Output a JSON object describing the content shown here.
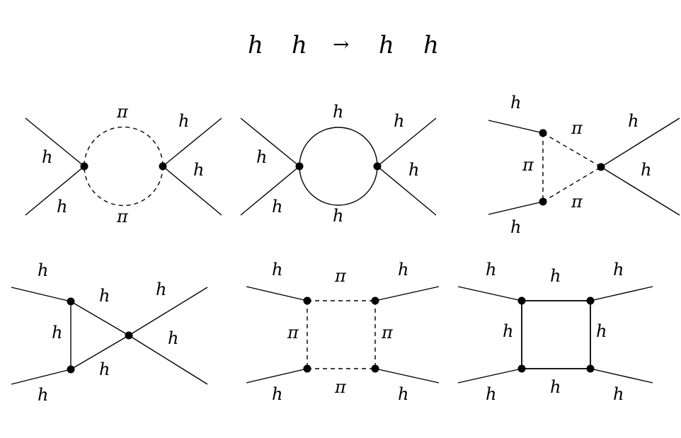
{
  "title": {
    "p1": "h",
    "p2": "h",
    "arrow": "→",
    "p3": "h",
    "p4": "h"
  },
  "diagrams": [
    {
      "name": "pion-bubble",
      "labels": {
        "top": "π",
        "bottom": "π",
        "in_upper": "h",
        "in_lower": "h",
        "out_upper": "h",
        "out_lower": "h"
      }
    },
    {
      "name": "higgs-bubble",
      "labels": {
        "top": "h",
        "bottom": "h",
        "in_upper": "h",
        "in_lower": "h",
        "out_upper": "h",
        "out_lower": "h"
      }
    },
    {
      "name": "pion-triangle",
      "labels": {
        "in_upper": "h",
        "in_lower": "h",
        "side_left": "π",
        "side_upper": "π",
        "side_lower": "π",
        "out_upper": "h",
        "out_lower": "h"
      }
    },
    {
      "name": "higgs-triangle",
      "labels": {
        "in_upper": "h",
        "in_lower": "h",
        "side_left": "h",
        "side_upper": "h",
        "side_lower": "h",
        "out_upper": "h",
        "out_lower": "h"
      }
    },
    {
      "name": "pion-box",
      "labels": {
        "ext_tl": "h",
        "ext_tr": "h",
        "ext_bl": "h",
        "ext_br": "h",
        "top": "π",
        "bottom": "π",
        "left": "π",
        "right": "π"
      }
    },
    {
      "name": "higgs-box",
      "labels": {
        "ext_tl": "h",
        "ext_tr": "h",
        "ext_bl": "h",
        "ext_br": "h",
        "top": "h",
        "bottom": "h",
        "left": "h",
        "right": "h"
      }
    }
  ]
}
